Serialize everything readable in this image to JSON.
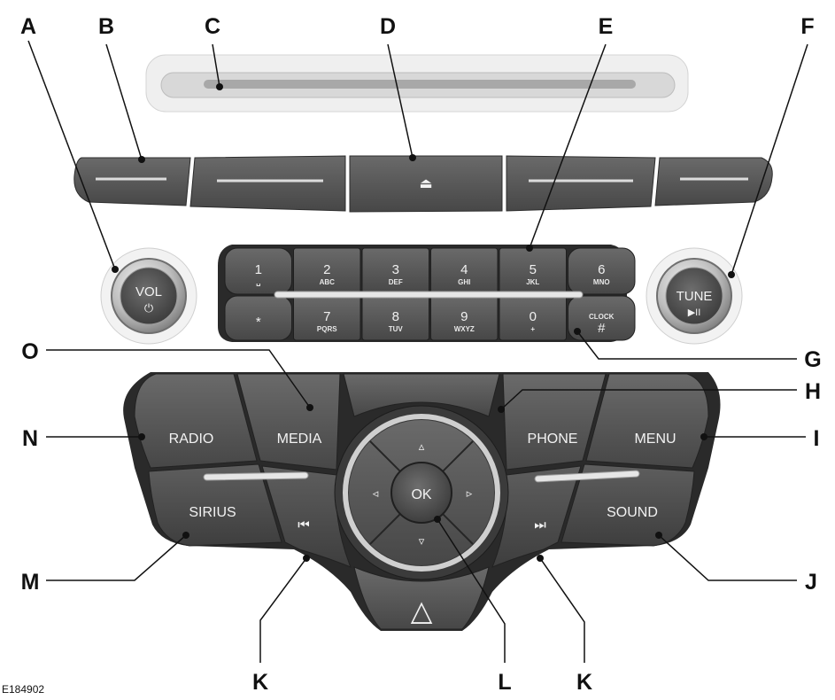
{
  "figure_id": "E184902",
  "callouts": {
    "A": "A",
    "B": "B",
    "C": "C",
    "D": "D",
    "E": "E",
    "F": "F",
    "G": "G",
    "H": "H",
    "I": "I",
    "J": "J",
    "K": "K",
    "L": "L",
    "M": "M",
    "N": "N",
    "O": "O"
  },
  "knobs": {
    "volume": {
      "label": "VOL",
      "symbol": "⏻"
    },
    "tune": {
      "label": "TUNE",
      "symbol": "▶II"
    }
  },
  "keypad": {
    "top_row": [
      {
        "num": "1",
        "sub": "␣"
      },
      {
        "num": "2",
        "sub": "ABC"
      },
      {
        "num": "3",
        "sub": "DEF"
      },
      {
        "num": "4",
        "sub": "GHI"
      },
      {
        "num": "5",
        "sub": "JKL"
      },
      {
        "num": "6",
        "sub": "MNO"
      }
    ],
    "bottom_row": [
      {
        "num": "*",
        "sub": ""
      },
      {
        "num": "7",
        "sub": "PQRS"
      },
      {
        "num": "8",
        "sub": "TUV"
      },
      {
        "num": "9",
        "sub": "WXYZ"
      },
      {
        "num": "0",
        "sub": "+"
      },
      {
        "num": "#",
        "sub": "CLOCK"
      }
    ]
  },
  "buttons": {
    "eject_symbol": "⏏",
    "radio": "RADIO",
    "media": "MEDIA",
    "phone": "PHONE",
    "menu": "MENU",
    "sirius": "SIRIUS",
    "sound": "SOUND",
    "ok": "OK",
    "seek_back_symbol": "⏮",
    "seek_forward_symbol": "⏭",
    "hazard_symbol": "△",
    "arrows": {
      "up": "▵",
      "down": "▿",
      "left": "◃",
      "right": "▹"
    }
  }
}
